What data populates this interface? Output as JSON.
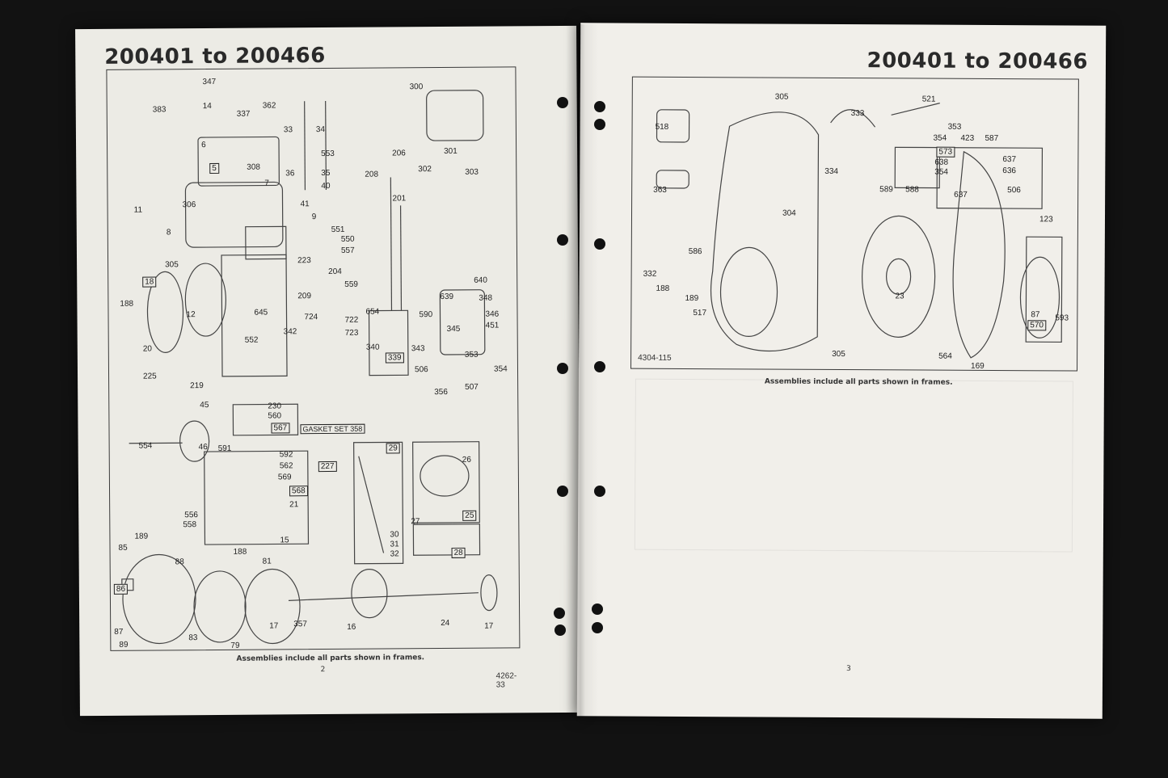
{
  "left_page": {
    "title": "200401 to 200466",
    "caption": "Assemblies include all parts shown in frames.",
    "page_number": "2",
    "figure_code": "4262-33",
    "gasket_set_label": "GASKET SET 358",
    "labels": [
      "383",
      "347",
      "14",
      "337",
      "362",
      "33",
      "34",
      "300",
      "6",
      "553",
      "5",
      "308",
      "36",
      "35",
      "7",
      "40",
      "41",
      "206",
      "301",
      "302",
      "303",
      "208",
      "11",
      "306",
      "9",
      "551",
      "550",
      "557",
      "201",
      "8",
      "305",
      "223",
      "204",
      "559",
      "209",
      "640",
      "18",
      "188",
      "12",
      "645",
      "724",
      "722",
      "654",
      "639",
      "348",
      "346",
      "451",
      "342",
      "723",
      "590",
      "345",
      "20",
      "552",
      "340",
      "343",
      "339",
      "506",
      "353",
      "354",
      "225",
      "219",
      "356",
      "507",
      "45",
      "230",
      "560",
      "567",
      "554",
      "46",
      "591",
      "29",
      "592",
      "562",
      "227",
      "26",
      "569",
      "568",
      "21",
      "556",
      "558",
      "15",
      "27",
      "25",
      "189",
      "85",
      "188",
      "81",
      "30",
      "31",
      "32",
      "28",
      "88",
      "86",
      "357",
      "87",
      "17",
      "16",
      "24",
      "17",
      "83",
      "79",
      "89"
    ]
  },
  "right_page": {
    "title": "200401 to 200466",
    "caption": "Assemblies include all parts shown in frames.",
    "page_number": "3",
    "figure_code": "4304-115",
    "labels": [
      "305",
      "521",
      "333",
      "518",
      "354",
      "353",
      "423",
      "587",
      "573",
      "638",
      "637",
      "354",
      "636",
      "334",
      "363",
      "589",
      "588",
      "637",
      "506",
      "304",
      "123",
      "586",
      "332",
      "188",
      "189",
      "517",
      "23",
      "87",
      "570",
      "593",
      "305",
      "564",
      "169"
    ]
  }
}
